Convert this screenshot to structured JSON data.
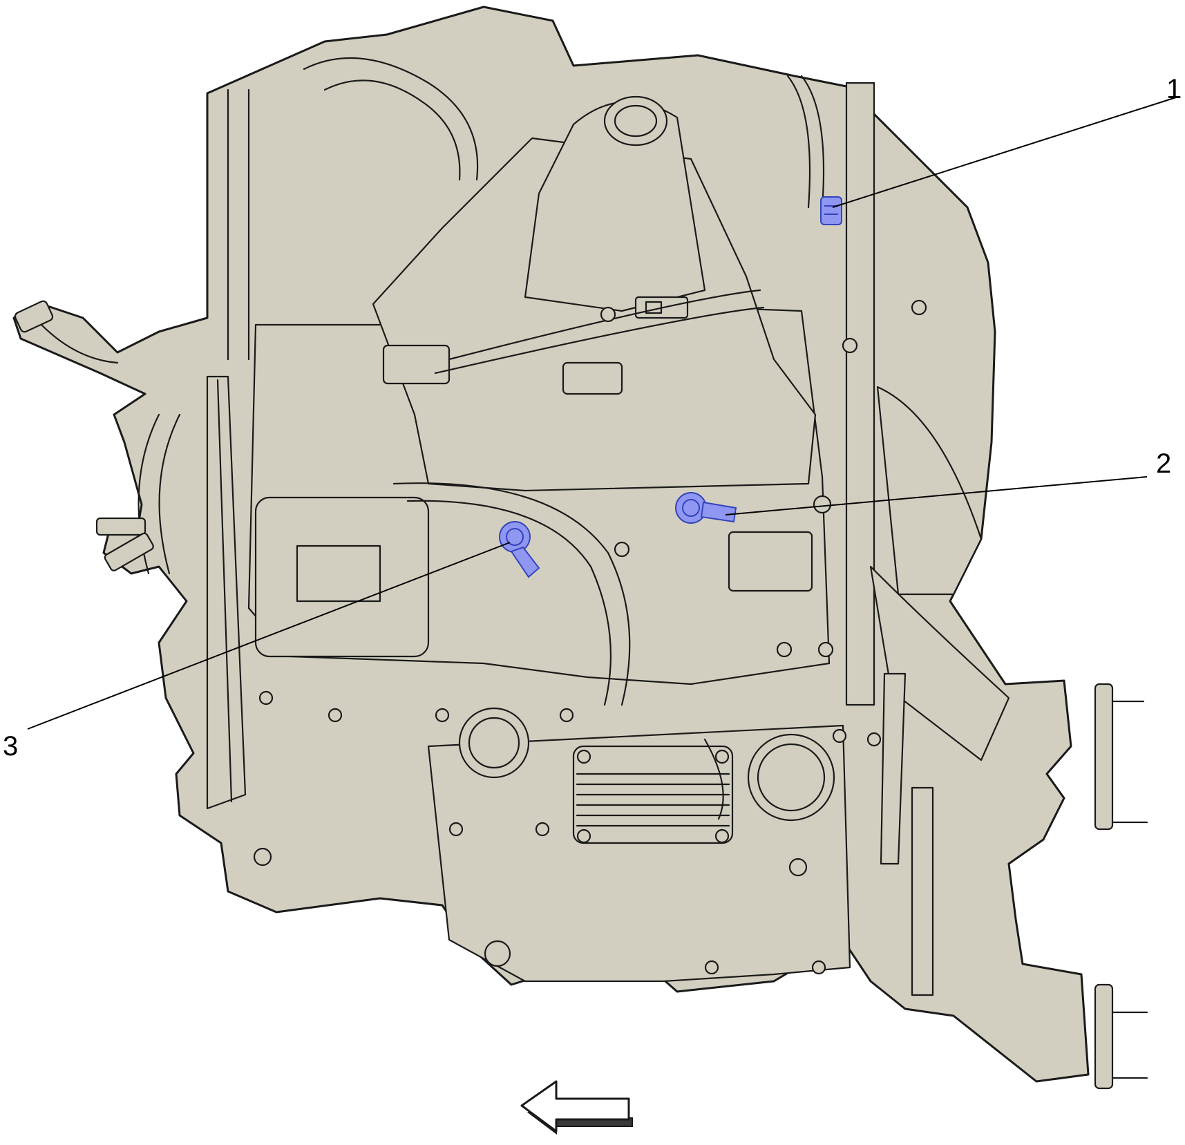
{
  "colors": {
    "engine_fill": "#d3cfc0",
    "highlight": "#8f97f2",
    "line": "#1a1a1a"
  },
  "callouts": [
    {
      "label": "1"
    },
    {
      "label": "2"
    },
    {
      "label": "3"
    }
  ],
  "icons": {
    "direction_arrow": "left-arrow-icon"
  }
}
